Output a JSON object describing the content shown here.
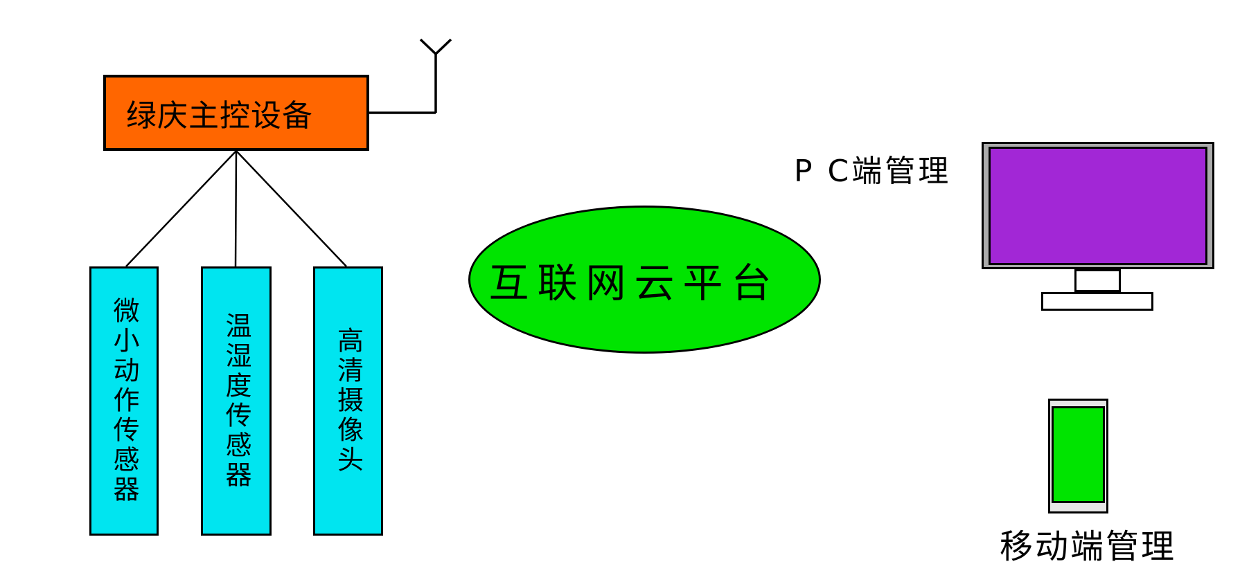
{
  "diagram": {
    "controller": {
      "label": "绿庆主控设备"
    },
    "sensors": [
      {
        "label": "微小动作传感器"
      },
      {
        "label": "温湿度传感器"
      },
      {
        "label": "高清摄像头"
      }
    ],
    "cloud": {
      "label": "互联网云平台"
    },
    "pc_label": "P C端管理",
    "mobile_label": "移动端管理"
  },
  "icons": {
    "antenna": "antenna-icon",
    "monitor": "monitor-icon",
    "phone": "phone-icon"
  },
  "colors": {
    "background": "#FFFFFF",
    "controller_fill": "#FF6600",
    "sensor_fill": "#00E5F0",
    "cloud_fill": "#00E400",
    "screen_purple": "#A227D6",
    "phone_screen": "#00E400",
    "monitor_frame": "#ABABAB",
    "phone_frame": "#E6E6E6",
    "stroke": "#000000"
  }
}
